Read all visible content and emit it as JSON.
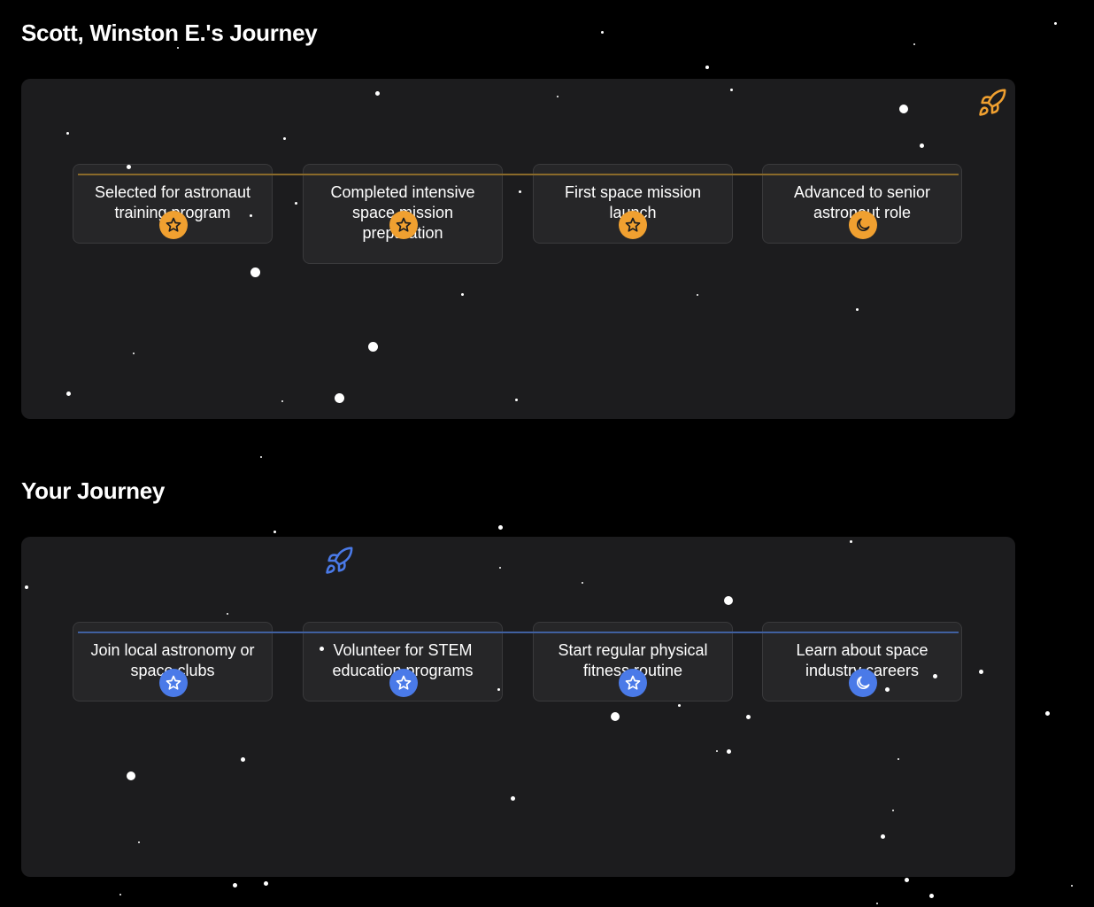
{
  "journeys": [
    {
      "title": "Scott, Winston E.'s Journey",
      "accent": "#f0a030",
      "line_color": "#8a6a2a",
      "milestones": [
        {
          "label": "Selected for astronaut training program",
          "icon": "star-icon"
        },
        {
          "label": "Completed intensive space mission preparation",
          "icon": "star-icon"
        },
        {
          "label": "First space mission launch",
          "icon": "star-icon"
        },
        {
          "label": "Advanced to senior astronaut role",
          "icon": "moon-icon"
        }
      ],
      "rocket_icon": "rocket-icon"
    },
    {
      "title": "Your Journey",
      "accent": "#4a7ae8",
      "line_color": "#4060a0",
      "milestones": [
        {
          "label": "Join local astronomy or space clubs",
          "icon": "star-icon"
        },
        {
          "label": "Volunteer for STEM education programs",
          "icon": "star-icon"
        },
        {
          "label": "Start regular physical fitness routine",
          "icon": "star-icon"
        },
        {
          "label": "Learn about space industry careers",
          "icon": "moon-icon"
        }
      ],
      "rocket_icon": "rocket-icon"
    }
  ]
}
